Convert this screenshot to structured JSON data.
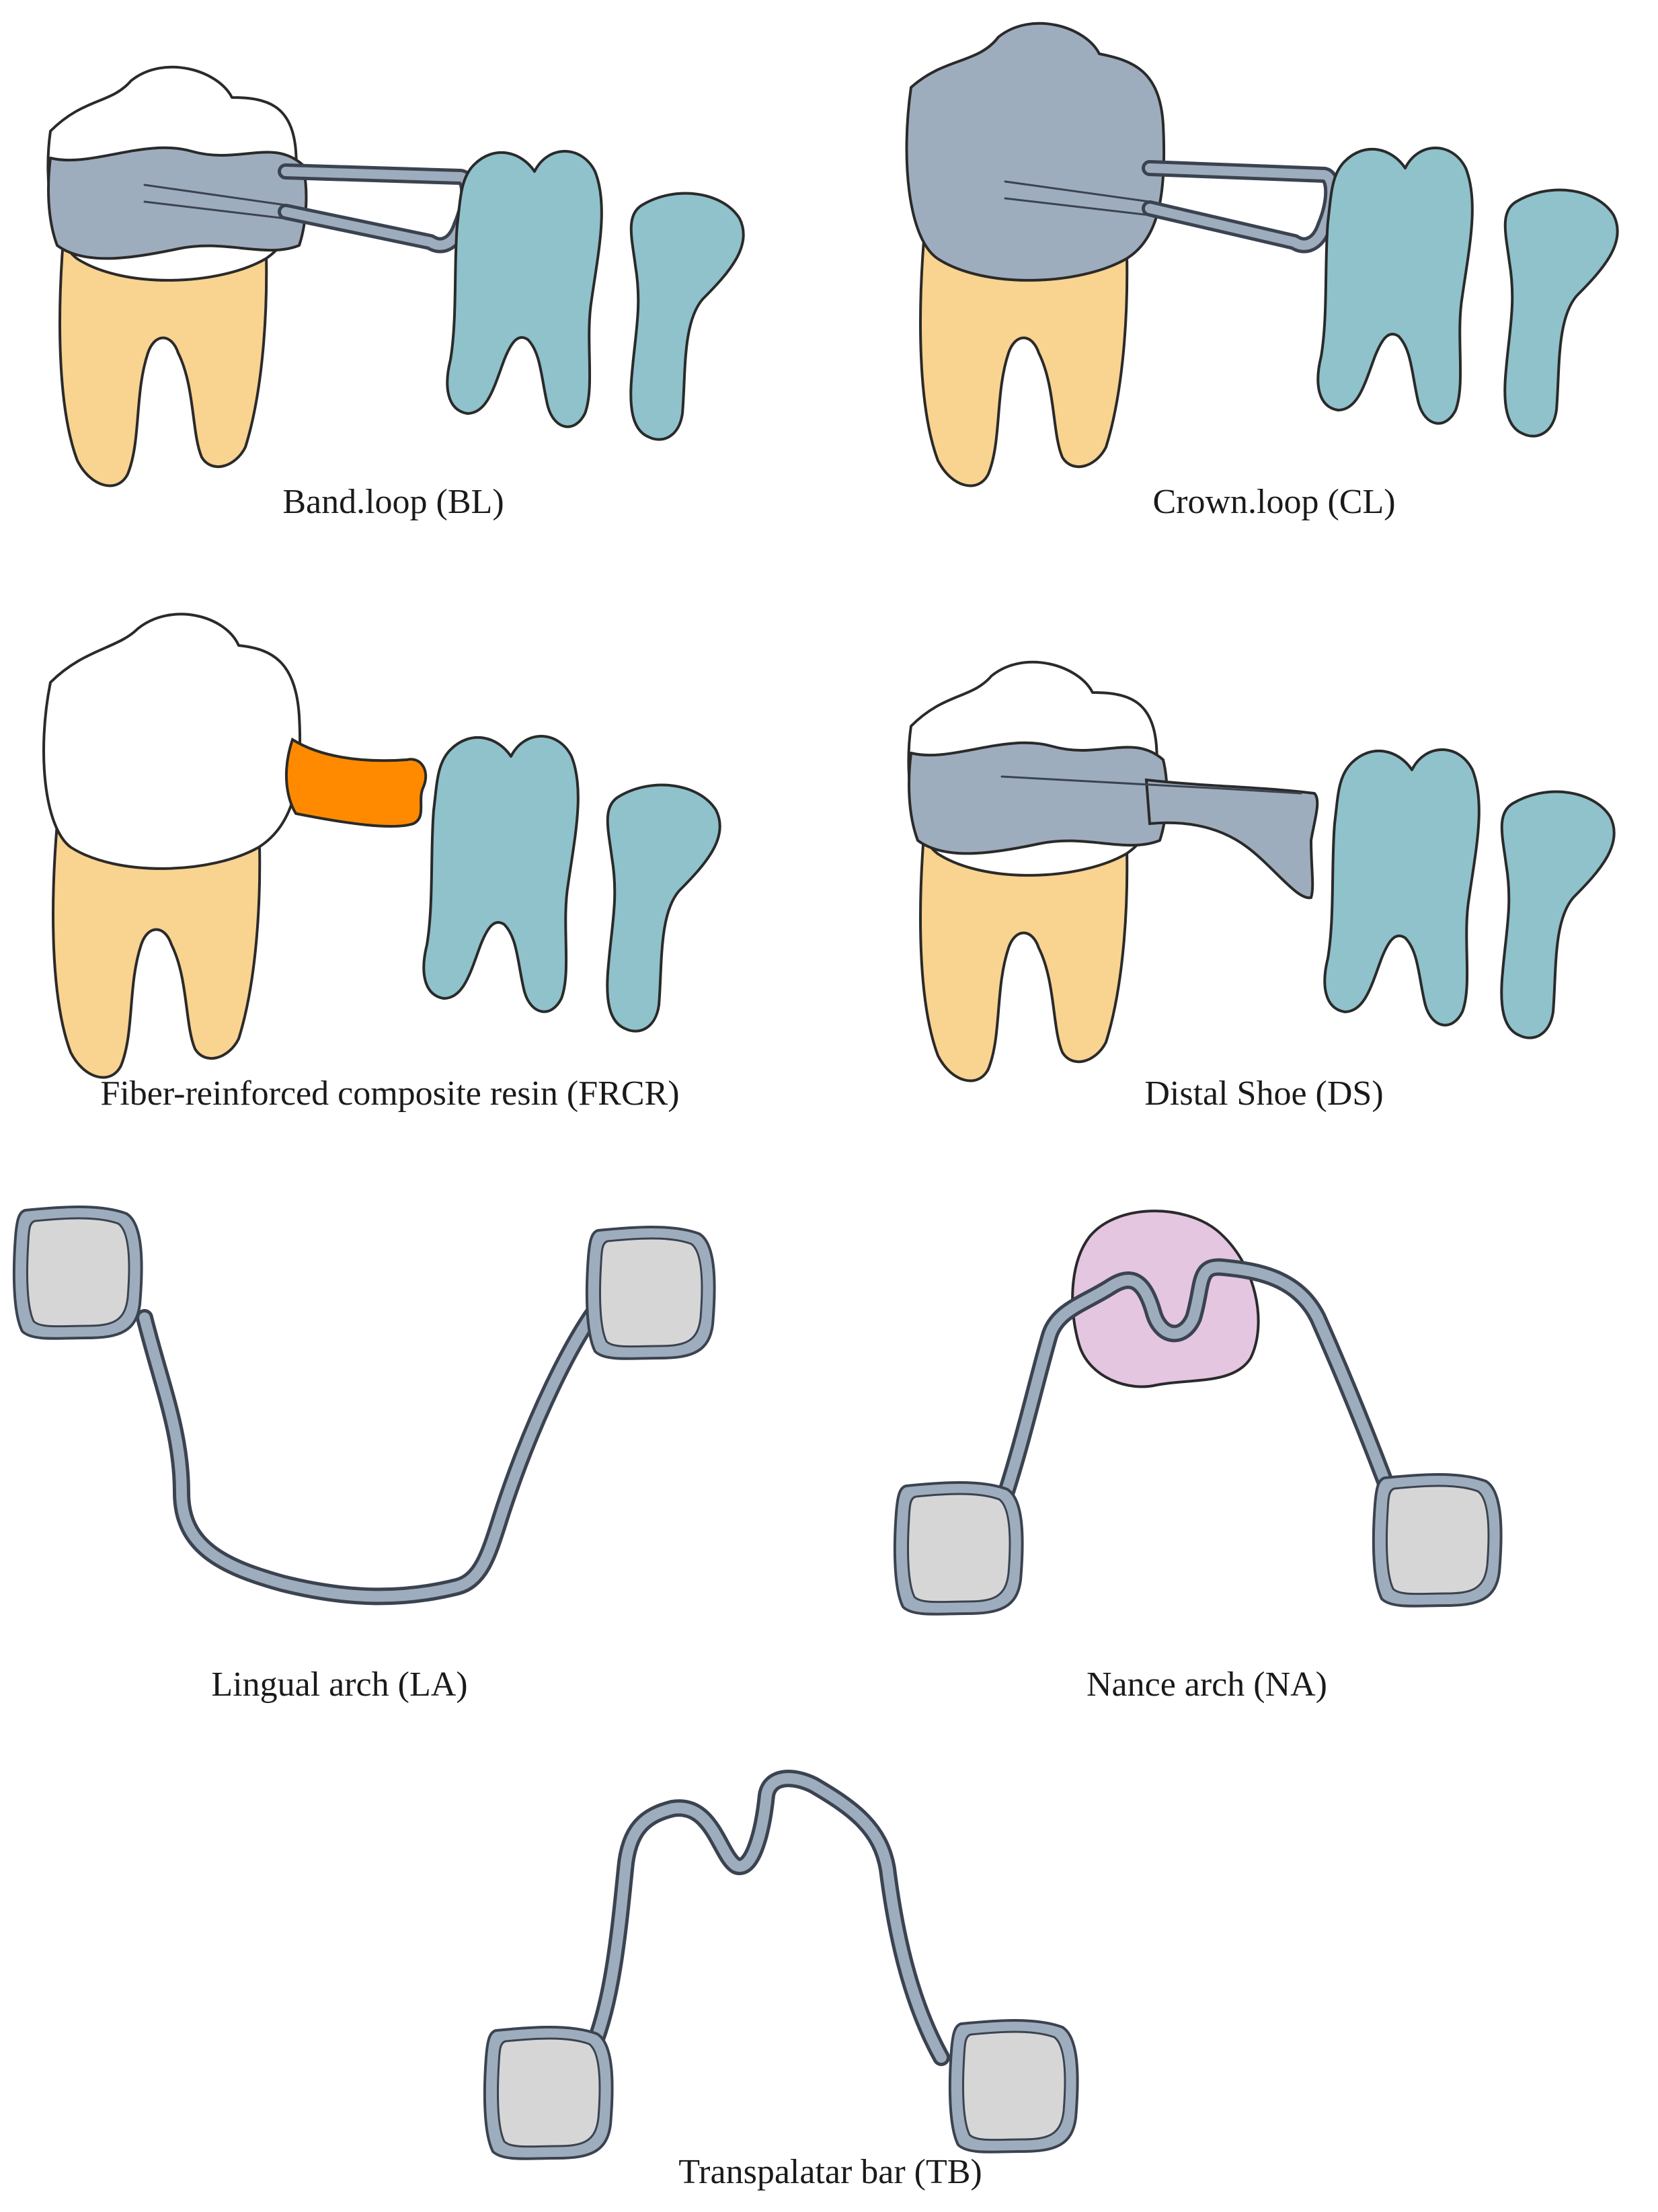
{
  "colors": {
    "metal": "#9eadbd",
    "metal_outline": "#3b4350",
    "enamel_white": "#ffffff",
    "root_yellow": "#f9d390",
    "primary_teal": "#8fc2cb",
    "fiber_orange": "#ff8a00",
    "acrylic_pink": "#e4c6e1",
    "band_grey": "#d6d6d6",
    "line": "#2a2a2a"
  },
  "panels": [
    {
      "id": "BL",
      "caption": "Band.loop (BL)"
    },
    {
      "id": "CL",
      "caption": "Crown.loop (CL)"
    },
    {
      "id": "FRCR",
      "caption": "Fiber-reinforced composite resin (FRCR)"
    },
    {
      "id": "DS",
      "caption": "Distal Shoe (DS)"
    },
    {
      "id": "LA",
      "caption": "Lingual arch (LA)"
    },
    {
      "id": "NA",
      "caption": "Nance arch (NA)"
    },
    {
      "id": "TB",
      "caption": "Transpalatar bar (TB)"
    }
  ]
}
